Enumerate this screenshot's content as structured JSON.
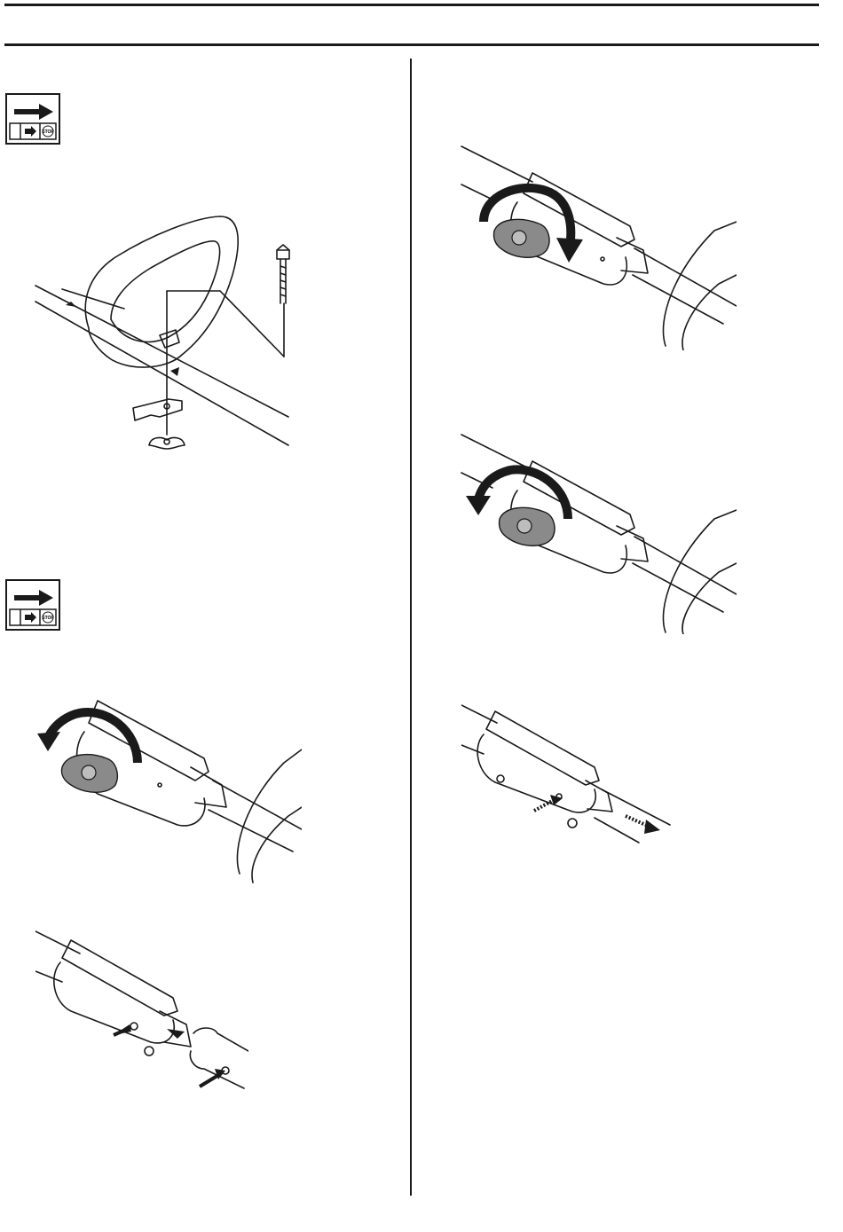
{
  "page": {
    "symbols": [
      {
        "name": "start-stop-symbol",
        "stop_text": "STOP"
      },
      {
        "name": "start-stop-symbol",
        "stop_text": "STOP"
      }
    ],
    "colors": {
      "line": "#1a1a1a",
      "knob": "#8a8a8a",
      "paper": "#ffffff"
    }
  }
}
